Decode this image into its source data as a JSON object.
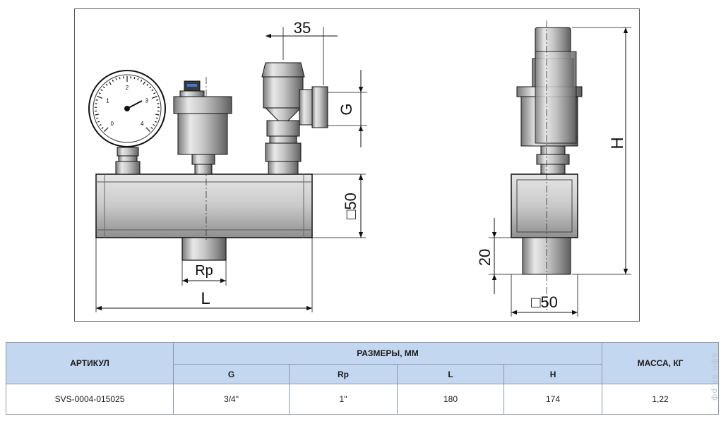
{
  "drawing": {
    "dim_35": "35",
    "dim_g": "G",
    "dim_h": "H",
    "dim_box50_side": "□50",
    "dim_rp": "Rp",
    "dim_l": "L",
    "dim_20": "20",
    "dim_box50_bottom": "□50"
  },
  "gauge_ticks": [
    "0",
    "1",
    "2",
    "3",
    "4"
  ],
  "table": {
    "header_article": "АРТИКУЛ",
    "header_sizes": "РАЗМЕРЫ, ММ",
    "header_mass": "МАССА, КГ",
    "sub_g": "G",
    "sub_rp": "Rp",
    "sub_l": "L",
    "sub_h": "H",
    "row": {
      "article": "SVS-0004-015025",
      "g": "3/4\"",
      "rp": "1\"",
      "l": "180",
      "h": "174",
      "mass": "1,22"
    }
  },
  "watermark": "афн ая.рф",
  "colors": {
    "header_bg": "#c4d7f0",
    "line": "#1a1a1a"
  }
}
